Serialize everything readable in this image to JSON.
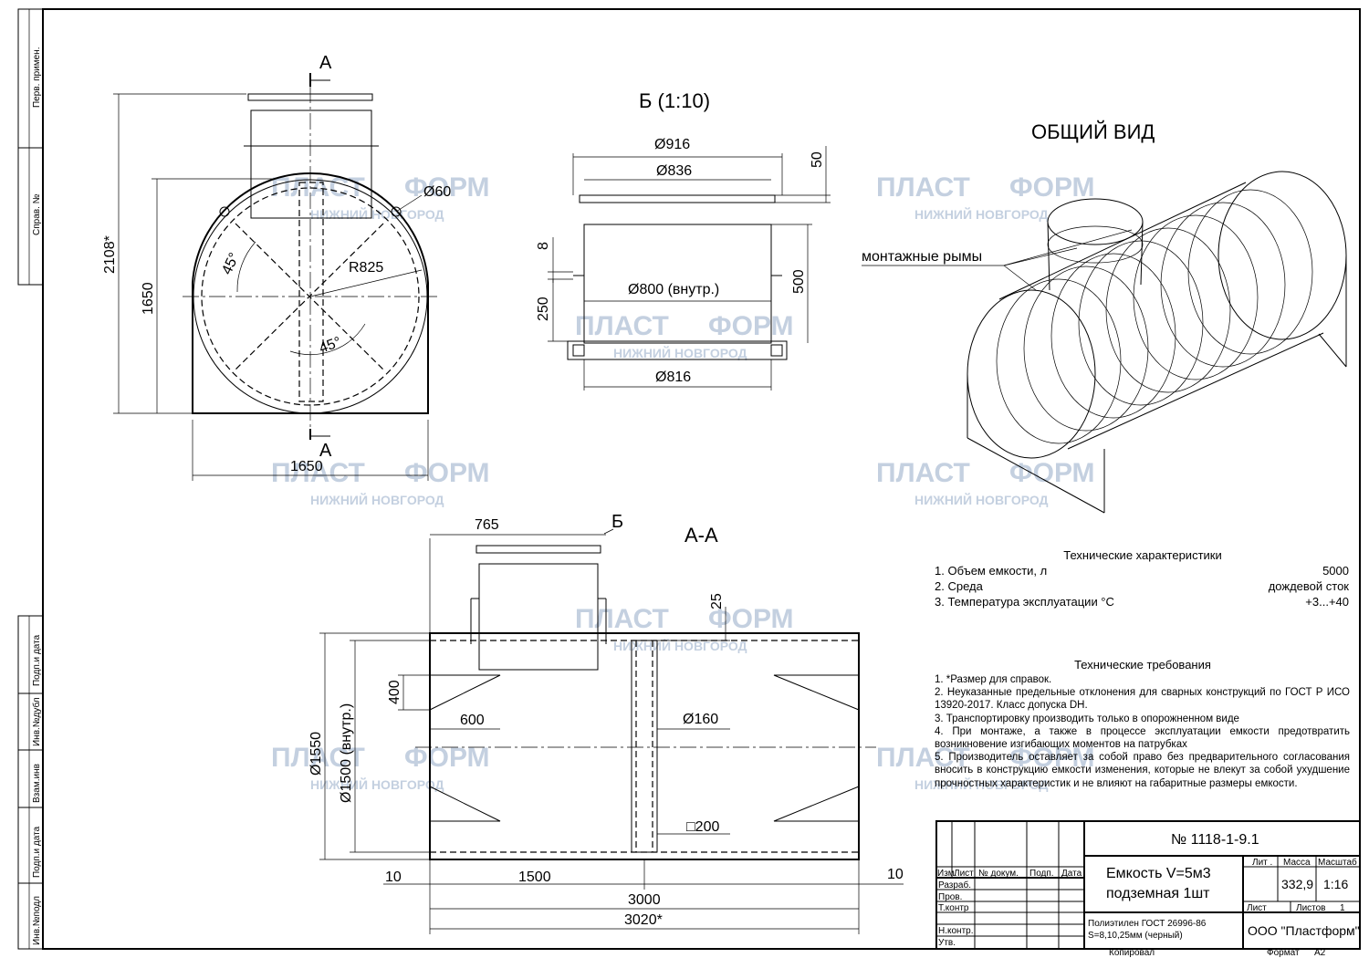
{
  "side_stamp": [
    "Перв. примен.",
    "Справ. №",
    "Подп.и дата",
    "Инв.№дубл",
    "Взам.инв",
    "Подп.и дата",
    "Инв.№подл"
  ],
  "views": {
    "front": {
      "section_label_top": "А",
      "section_label_bottom": "А",
      "dim_total_height": "2108*",
      "dim_height": "1650",
      "dim_width": "1650",
      "dim_radius": "R825",
      "dim_hole": "Ø60",
      "angle_top": "45°",
      "angle_bottom": "45°"
    },
    "detail": {
      "title": "Б (1:10)",
      "d_outer": "Ø916",
      "d_lid": "Ø836",
      "d_inner": "Ø800 (внутр.)",
      "d_base": "Ø816",
      "dim_lid_h": "50",
      "dim_flange": "8",
      "dim_h250": "250",
      "dim_h500": "500"
    },
    "iso": {
      "title": "ОБЩИЙ ВИД",
      "label_lugs": "монтажные рымы"
    },
    "section": {
      "title": "А-А",
      "detail_ref": "Б",
      "dim_neck_w": "765",
      "dim_25": "25",
      "dim_400": "400",
      "dim_600": "600",
      "dim_d160": "Ø160",
      "dim_sq200": "□200",
      "dim_d1550": "Ø1550",
      "dim_d1500": "Ø1500 (внутр.)",
      "dim_10_left": "10",
      "dim_10_right": "10",
      "dim_1500": "1500",
      "dim_3000": "3000",
      "dim_3020": "3020*"
    }
  },
  "specs": {
    "title": "Технические характеристики",
    "rows": [
      {
        "label": "1.  Объем емкости, л",
        "value": "5000"
      },
      {
        "label": "2.  Среда",
        "value": "дождевой сток"
      },
      {
        "label": "3.  Температура эксплуатации °С",
        "value": "+3...+40"
      }
    ]
  },
  "requirements": {
    "title": "Технические требования",
    "items": [
      "1. *Размер для справок.",
      "2.  Неуказанные предельные отклонения для сварных конструкций по ГОСТ Р ИСО 13920-2017. Класс допуска  DH.",
      "3. Транспортировку производить только в опорожненном виде",
      "4. При монтаже, а также в процессе эксплуатации емкости предотвратить возникновение изгибающих моментов на патрубках",
      "5. Производитель оставляет за собой право без предварительного согласования  вносить в конструкцию емкости изменения, которые не влекут за собой  ухудшение прочностных характеристик и не влияют на габаритные размеры емкости."
    ]
  },
  "title_block": {
    "doc_number": "№ 1118-1-9.1",
    "name_line1": "Емкость V=5м3",
    "name_line2": "подземная 1шт",
    "material_line1": "Полиэтилен ГОСТ 26996-86",
    "material_line2": "S=8,10,25мм (черный)",
    "company": "ООО \"Пластформ\"",
    "col_lit": "Лит .",
    "col_mass": "Масса",
    "col_scale": "Масштаб",
    "mass": "332,9",
    "scale": "1:16",
    "sheet_label": "Лист",
    "sheets_label": "Листов",
    "sheets_value": "1",
    "rows": [
      "Изм.",
      "Лист",
      "№ докум.",
      "Подп.",
      "Дата"
    ],
    "roles": [
      "Разраб.",
      "Пров.",
      "Т.контр",
      "Н.контр.",
      "Утв."
    ],
    "copied": "Копировал",
    "format_label": "Формат",
    "format_value": "А2"
  },
  "watermark": {
    "line1_a": "ПЛАСТ",
    "line1_b": "ФОРМ",
    "line2": "НИЖНИЙ НОВГОРОД"
  }
}
